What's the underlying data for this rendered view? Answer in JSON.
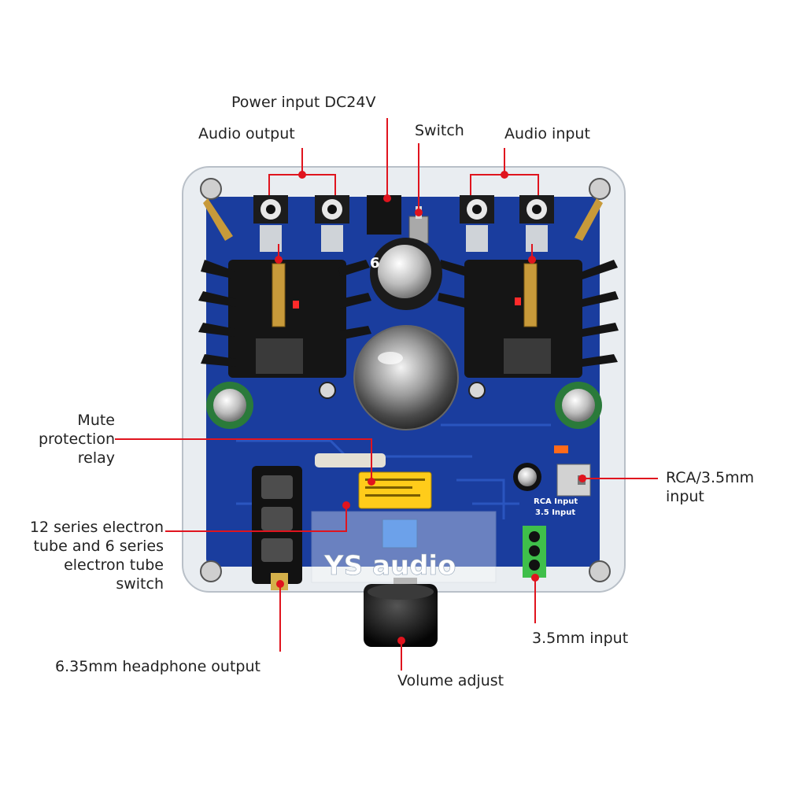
{
  "labels": {
    "power_input": "Power input DC24V",
    "audio_output": "Audio output",
    "switch": "Switch",
    "audio_input": "Audio input",
    "mute_relay": "Mute\nprotection\nrelay",
    "tube_switch": "12 series electron\ntube and 6 series\nelectron tube\nswitch",
    "rca_input": "RCA/3.5mm\ninput",
    "mini_input": "3.5mm input",
    "headphone_output": "6.35mm headphone output",
    "volume_adjust": "Volume adjust"
  },
  "board_print": {
    "logo": "YS audio",
    "rca_label": "RCA Input",
    "mini_label": "3.5 Input",
    "cap_mark": "6"
  },
  "colors": {
    "callout": "#e0141e",
    "pcb": "#1a3d9e",
    "heatsink": "#151515",
    "text": "#222222"
  }
}
